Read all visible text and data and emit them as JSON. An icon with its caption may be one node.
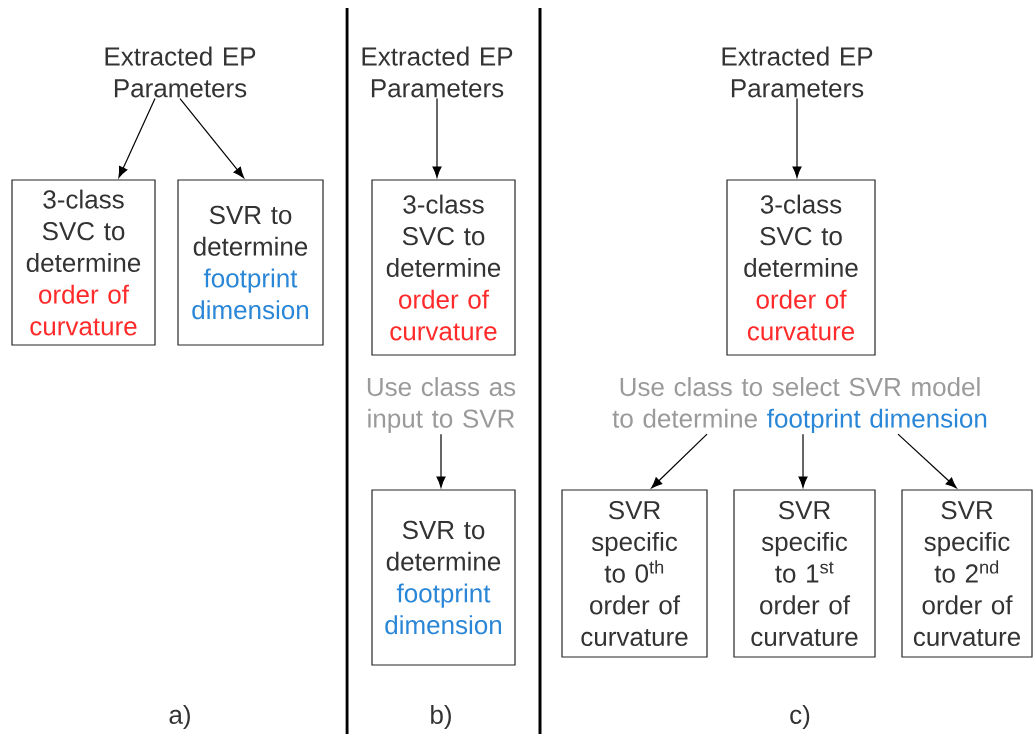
{
  "diagram": {
    "nodes": [
      {
        "text": [
          "Extracted EP Parameters"
        ]
      },
      {
        "text": [
          "3-class SVC to determine",
          "order of curvature"
        ]
      },
      {
        "text": [
          "SVR to determine",
          "footprint dimension"
        ]
      },
      {
        "text": [
          "Extracted EP Parameters"
        ]
      },
      {
        "text": [
          "3-class SVC to determine",
          "order of curvature"
        ]
      },
      {
        "text": [
          "Use class as input to SVR"
        ]
      },
      {
        "text": [
          "SVR to determine",
          "footprint dimension"
        ]
      },
      {
        "text": [
          "Extracted EP Parameters"
        ]
      },
      {
        "text": [
          "3-class SVC to determine",
          "order of curvature"
        ]
      },
      {
        "text": [
          "Use class to select SVR model to determine",
          "footprint dimension"
        ]
      },
      {
        "text": [
          "SVR specific to 0$^{th}$ order of curvature"
        ]
      },
      {
        "text": [
          "SVR specific to 1$^{st}$ order of curvature"
        ]
      },
      {
        "text": [
          "SVR specific to 2$^{nd}$ order of curvature"
        ]
      }
    ],
    "edges": [
      {
        "from": 0,
        "to": 1,
        "arrow": "to"
      },
      {
        "from": 0,
        "to": 2,
        "arrow": "to"
      },
      {
        "from": 3,
        "to": 4,
        "arrow": "to"
      },
      {
        "from": 5,
        "to": 6,
        "arrow": "to"
      },
      {
        "from": 7,
        "to": 8,
        "arrow": "to"
      },
      {
        "from": 9,
        "to": 10,
        "arrow": "to"
      },
      {
        "from": 9,
        "to": 11,
        "arrow": "to"
      },
      {
        "from": 9,
        "to": 12,
        "arrow": "to"
      }
    ],
    "labels": [
      "a)",
      "b)",
      "c)"
    ]
  }
}
